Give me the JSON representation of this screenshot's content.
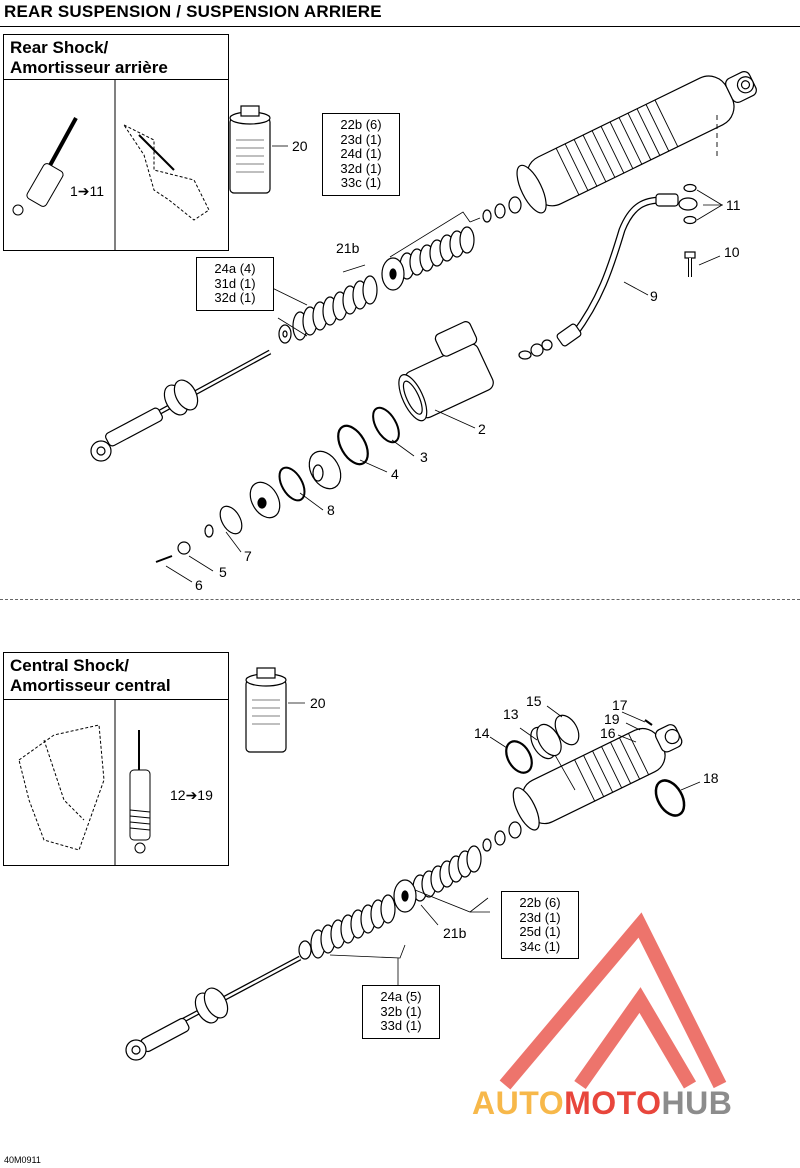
{
  "title": "REAR SUSPENSION / SUSPENSION ARRIERE",
  "sections": [
    {
      "heading_line1": "Rear Shock/",
      "heading_line2": "Amortisseur arrière",
      "thumb_ref": "1➔11",
      "oil_ref": "20",
      "callouts": {
        "c2": "2",
        "c3": "3",
        "c4": "4",
        "c5": "5",
        "c6": "6",
        "c7": "7",
        "c8": "8",
        "c9": "9",
        "c10": "10",
        "c11": "11",
        "c21b": "21b"
      },
      "box_upper": [
        "22b (6)",
        "23d (1)",
        "24d (1)",
        "32d (1)",
        "33c (1)"
      ],
      "box_lower": [
        "24a (4)",
        "31d (1)",
        "32d (1)"
      ]
    },
    {
      "heading_line1": "Central Shock/",
      "heading_line2": "Amortisseur central",
      "thumb_ref": "12➔19",
      "oil_ref": "20",
      "callouts": {
        "c13": "13",
        "c14": "14",
        "c15": "15",
        "c16": "16",
        "c17": "17",
        "c18": "18",
        "c19": "19",
        "c21b": "21b"
      },
      "box_right": [
        "22b (6)",
        "23d (1)",
        "25d (1)",
        "34c (1)"
      ],
      "box_bottom": [
        "24a (5)",
        "32b (1)",
        "33d (1)"
      ]
    }
  ],
  "diagram_code": "40M0911",
  "watermark": {
    "part1": "AUTO",
    "part2": "MOTO",
    "part3": "HUB",
    "color_orange": "#f7b84a",
    "color_red": "#e8463c",
    "color_gray": "#8c8c8c"
  }
}
